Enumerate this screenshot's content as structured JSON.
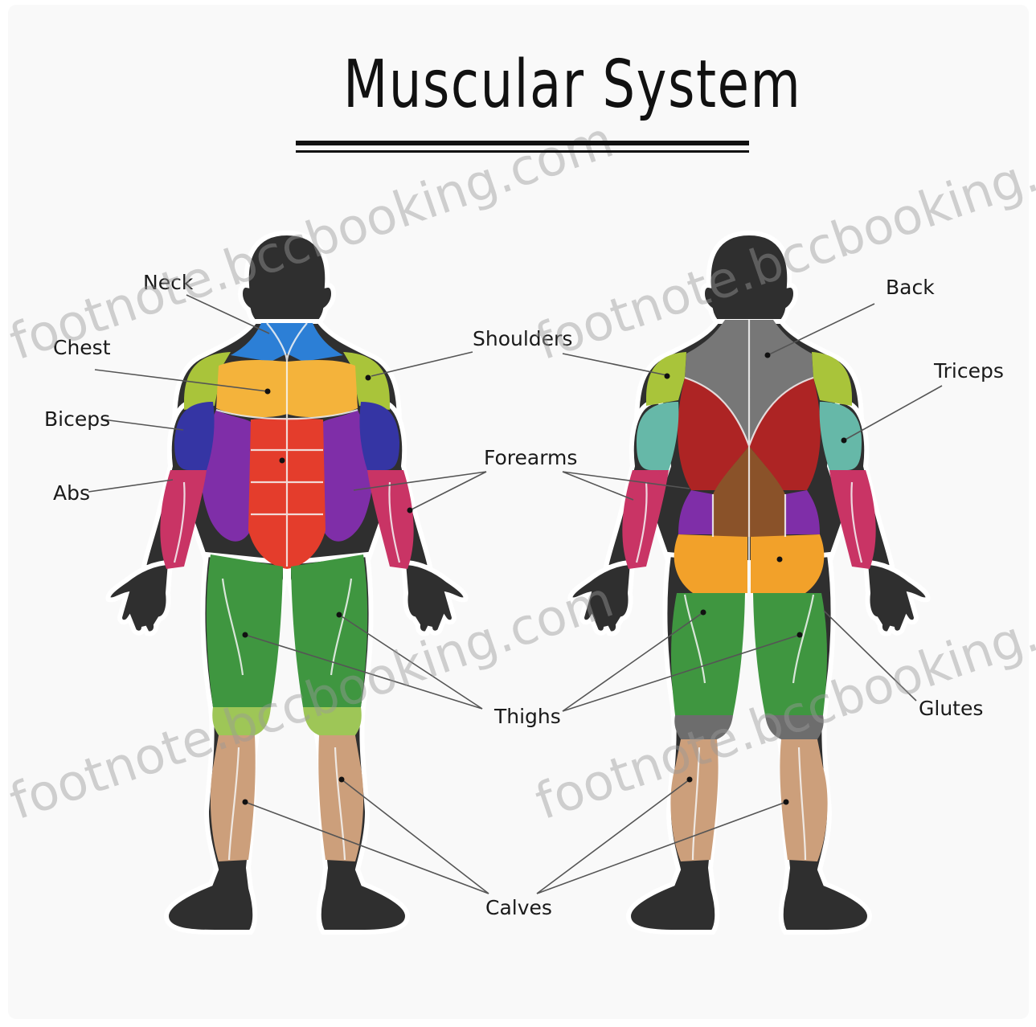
{
  "title": "Muscular System",
  "labels": {
    "neck": "Neck",
    "chest": "Chest",
    "biceps": "Biceps",
    "abs": "Abs",
    "shoulders": "Shoulders",
    "forearms": "Forearms",
    "thighs": "Thighs",
    "calves": "Calves",
    "back": "Back",
    "triceps": "Triceps",
    "glutes": "Glutes"
  },
  "watermark": "footnote.bccbooking.com",
  "colors": {
    "skin": "#555555",
    "neck": "#2c7fd6",
    "chest": "#f4b33b",
    "shoulders": "#a9c43a",
    "biceps": "#3535a4",
    "abs": "#e43d2c",
    "obliques": "#7f2ea8",
    "forearms": "#c93465",
    "thighs": "#3f9640",
    "calves": "#cc9f7b",
    "back_upper": "#777777",
    "lats": "#ad2424",
    "lower_back": "#8a5229",
    "glutes": "#f2a12a",
    "triceps": "#66b8a8"
  }
}
